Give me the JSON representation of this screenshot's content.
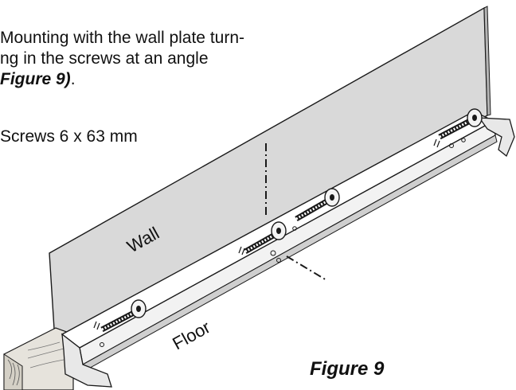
{
  "instructions": {
    "line1": "Mounting with the wall plate turn-",
    "line2": "ng in the screws at an angle",
    "line3_ref": "Figure 9)",
    "line3_end": ".",
    "screws": "Screws 6 x 63 mm"
  },
  "figure": {
    "wall_label": "Wall",
    "floor_label": "Floor",
    "caption": "Figure 9"
  },
  "colors": {
    "wall_fill": "#d9d9d9",
    "outline": "#1a1a1a",
    "wood": "#e6e3dc"
  }
}
